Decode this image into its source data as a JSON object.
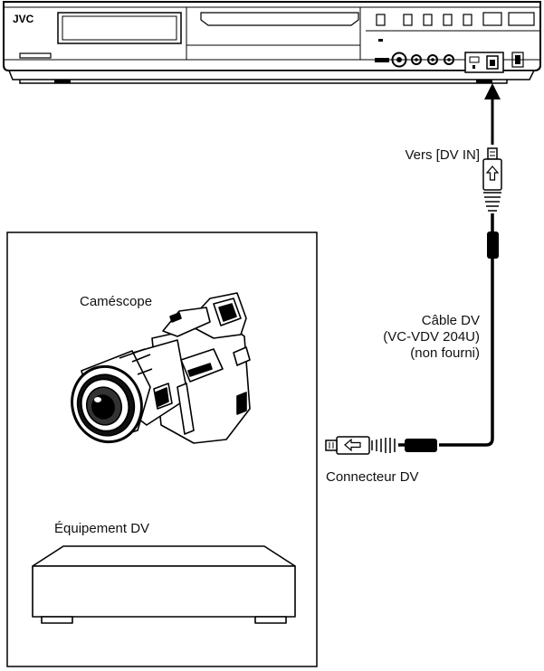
{
  "device": {
    "brand": "JVC"
  },
  "labels": {
    "dv_in": "Vers [DV IN]",
    "camcorder": "Caméscope",
    "cable_line1": "Câble DV",
    "cable_line2": "(VC-VDV 204U)",
    "cable_line3": "(non fourni)",
    "connector": "Connecteur DV",
    "dv_equipment": "Équipement DV"
  },
  "icons": [
    "arrow-up-icon",
    "arrow-left-icon",
    "dv-plug-icon"
  ]
}
